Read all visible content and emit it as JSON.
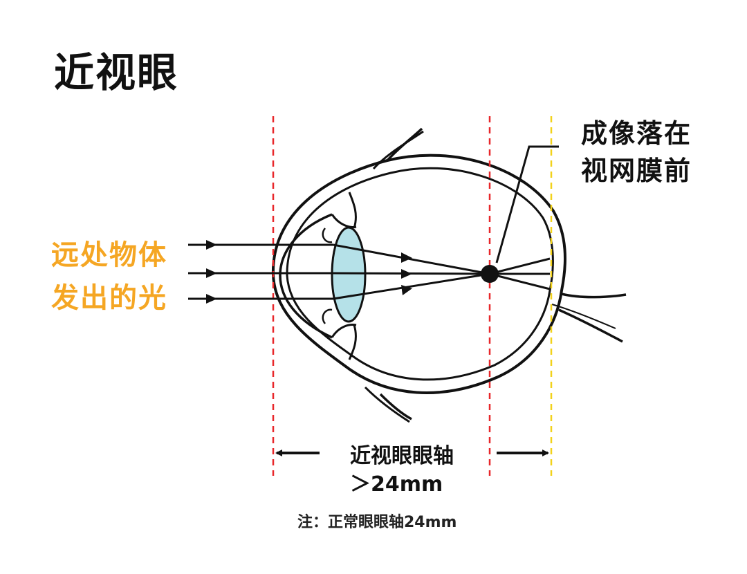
{
  "title": "近视眼",
  "light_label": {
    "line1": "远处物体",
    "line2": "发出的光"
  },
  "image_label": {
    "line1": "成像落在",
    "line2": "视网膜前"
  },
  "axis_label": {
    "line1": "近视眼眼轴",
    "line2": "＞24mm"
  },
  "note": "注：正常眼眼轴24mm",
  "colors": {
    "title": "#111111",
    "light_label": "#f5a623",
    "guide_red": "#e8272a",
    "guide_yellow": "#f2d21b",
    "lens": "#b5e1e8",
    "outline": "#111111"
  }
}
